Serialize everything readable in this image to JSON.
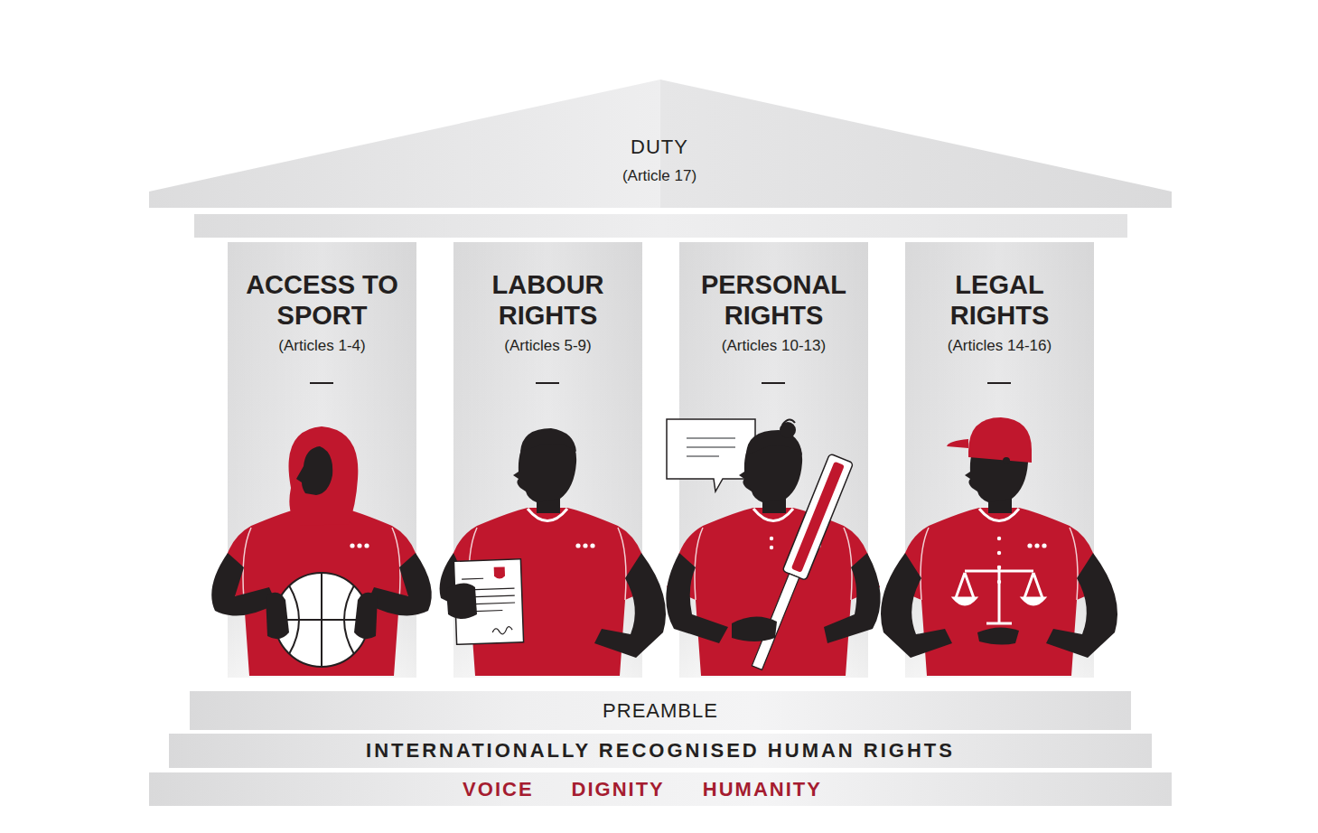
{
  "diagram": {
    "nodes": [
      {
        "text": [
          "DUTY",
          "(Article 17)"
        ]
      },
      {
        "text": [
          "ACCESS TO SPORT",
          "(Articles 1-4)"
        ]
      },
      {
        "text": [
          "LABOUR RIGHTS",
          "(Articles 5-9)"
        ]
      },
      {
        "text": [
          "PERSONAL RIGHTS",
          "(Articles 10-13)"
        ]
      },
      {
        "text": [
          "LEGAL RIGHTS",
          "(Articles 14-16)"
        ]
      },
      {
        "text": [
          "PREAMBLE"
        ]
      },
      {
        "text": [
          "INTERNATIONALLY RECOGNISED HUMAN RIGHTS"
        ]
      },
      {
        "text": [
          "VOICE",
          "DIGNITY",
          "HUMANITY"
        ]
      }
    ]
  }
}
